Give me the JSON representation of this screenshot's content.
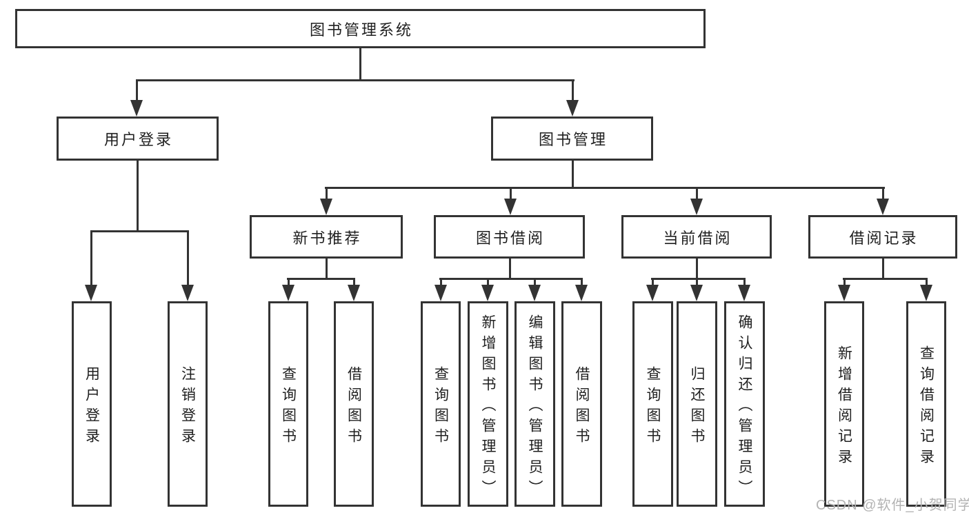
{
  "diagram": {
    "root": {
      "label": "图书管理系统"
    },
    "branches": [
      {
        "label": "用户登录",
        "children": [
          {
            "label": "用户登录"
          },
          {
            "label": "注销登录"
          }
        ]
      },
      {
        "label": "图书管理",
        "children": [
          {
            "label": "新书推荐",
            "children": [
              {
                "label": "查询图书"
              },
              {
                "label": "借阅图书"
              }
            ]
          },
          {
            "label": "图书借阅",
            "children": [
              {
                "label": "查询图书"
              },
              {
                "label": "新增图书（管理员）"
              },
              {
                "label": "编辑图书（管理员）"
              },
              {
                "label": "借阅图书"
              }
            ]
          },
          {
            "label": "当前借阅",
            "children": [
              {
                "label": "查询图书"
              },
              {
                "label": "归还图书"
              },
              {
                "label": "确认归还（管理员）"
              }
            ]
          },
          {
            "label": "借阅记录",
            "children": [
              {
                "label": "新增借阅记录"
              },
              {
                "label": "查询借阅记录"
              }
            ]
          }
        ]
      }
    ]
  },
  "watermark": {
    "text": "CSDN @软件_小贺同学"
  },
  "colors": {
    "line": "#333333",
    "text": "#1f1f1f",
    "watermark": "#b3b3b3",
    "background": "#ffffff"
  }
}
